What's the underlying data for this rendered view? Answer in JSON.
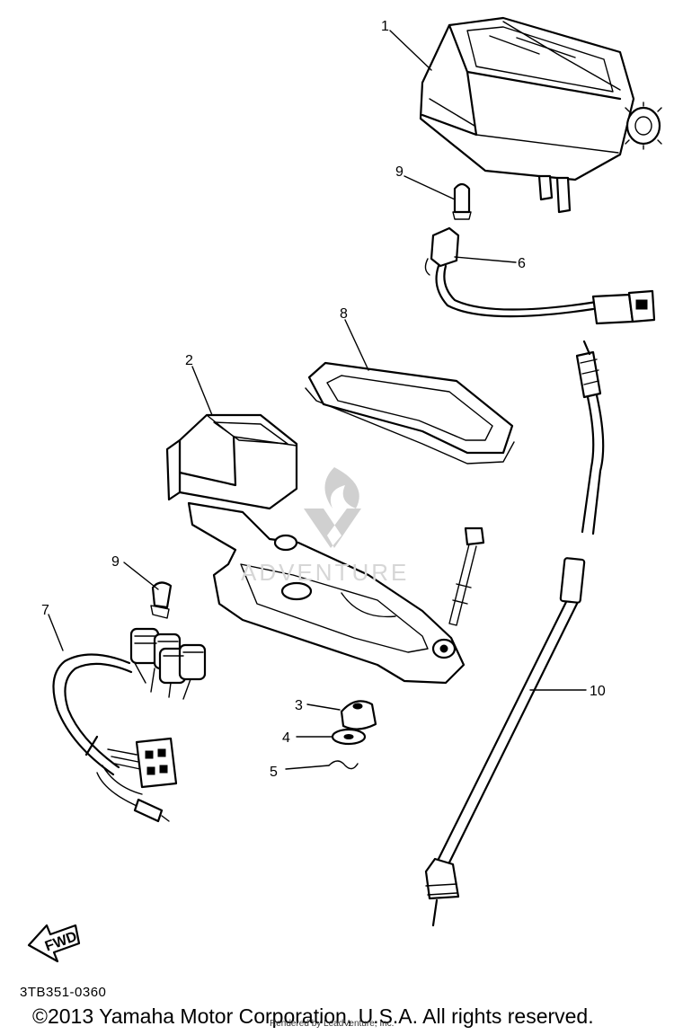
{
  "callouts": [
    {
      "id": "callout-1",
      "text": "1"
    },
    {
      "id": "callout-2",
      "text": "2"
    },
    {
      "id": "callout-3",
      "text": "3"
    },
    {
      "id": "callout-4",
      "text": "4"
    },
    {
      "id": "callout-5",
      "text": "5"
    },
    {
      "id": "callout-6",
      "text": "6"
    },
    {
      "id": "callout-7",
      "text": "7"
    },
    {
      "id": "callout-8",
      "text": "8"
    },
    {
      "id": "callout-9a",
      "text": "9"
    },
    {
      "id": "callout-9b",
      "text": "9"
    },
    {
      "id": "callout-10",
      "text": "10"
    }
  ],
  "fwd_label": "FWD",
  "watermark": "ADVENTURE",
  "diagram_code": "3TB351-0360",
  "copyright": "©2013 Yamaha Motor Corporation, U.S.A. All rights reserved.",
  "rendered_by": "Rendered by LeadVenture, Inc."
}
